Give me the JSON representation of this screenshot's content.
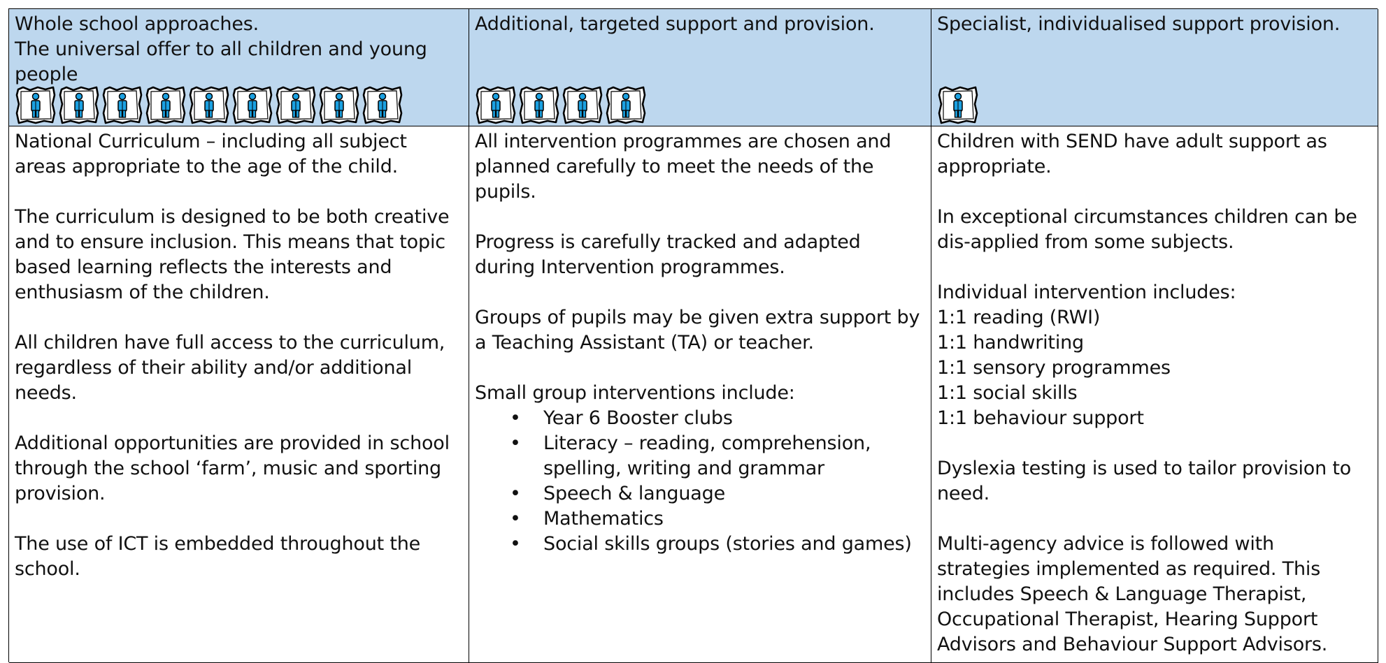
{
  "columns": [
    {
      "header": "Whole school approaches.\nThe universal offer to all children and young people",
      "icon_count": 9,
      "icon": "person-figure-icon",
      "paragraphs": [
        "National Curriculum – including all subject areas appropriate to the age of the child.",
        "The curriculum is designed to be both creative and to ensure inclusion. This means that topic based learning reflects the interests and enthusiasm of the children.",
        "All children have full access to the curriculum, regardless of their ability and/or additional needs.",
        "Additional opportunities are provided in school through the school ‘farm’, music and sporting provision.",
        "The use of ICT is embedded throughout the school."
      ]
    },
    {
      "header": "Additional, targeted support and provision.",
      "icon_count": 4,
      "icon": "person-figure-icon",
      "paragraphs": [
        "All intervention programmes are chosen and planned carefully to meet the needs of the pupils.",
        "Progress is carefully tracked and adapted during Intervention programmes.",
        "Groups of pupils may be given extra support by a Teaching Assistant (TA) or teacher.",
        "Small group interventions include:"
      ],
      "bullets": [
        "Year 6 Booster clubs",
        "Literacy – reading, comprehension, spelling, writing and grammar",
        "Speech & language",
        "Mathematics",
        "Social skills groups (stories and games)"
      ]
    },
    {
      "header": "Specialist, individualised support provision.",
      "icon_count": 1,
      "icon": "person-figure-icon",
      "paragraphs": [
        "Children with SEND have adult support as appropriate.",
        "In exceptional circumstances children can be dis-applied from some subjects.",
        "Individual intervention includes:"
      ],
      "list": [
        "1:1 reading (RWI)",
        "1:1 handwriting",
        "1:1 sensory programmes",
        "1:1 social skills",
        "1:1 behaviour support"
      ],
      "paragraphs_after": [
        "Dyslexia testing is used to tailor provision to need.",
        "Multi-agency advice is followed with strategies implemented as required. This includes Speech & Language Therapist, Occupational Therapist, Hearing Support Advisors and Behaviour Support Advisors."
      ]
    }
  ],
  "colors": {
    "header_bg": "#bdd7ee",
    "icon_blue": "#1ba1e2",
    "border": "#000000"
  }
}
